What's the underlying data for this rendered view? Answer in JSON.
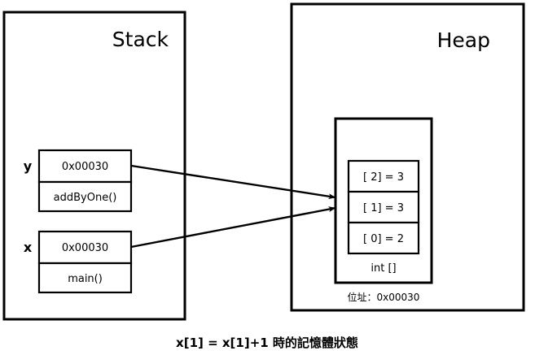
{
  "caption": "x[1] = x[1]+1 時的記憶體狀態",
  "regions": {
    "stack": {
      "title": "Stack"
    },
    "heap": {
      "title": "Heap"
    }
  },
  "stack_frames": [
    {
      "variable": "y",
      "value": "0x00030",
      "function": "addByOne()"
    },
    {
      "variable": "x",
      "value": "0x00030",
      "function": "main()"
    }
  ],
  "heap_object": {
    "type_label": "int []",
    "address_label": "位址：0x00030",
    "cells": [
      {
        "index": "[ 2] = 3"
      },
      {
        "index": "[ 1] = 3"
      },
      {
        "index": "[ 0] = 2"
      }
    ]
  },
  "colors": {
    "stroke": "#000000",
    "background": "#ffffff"
  }
}
